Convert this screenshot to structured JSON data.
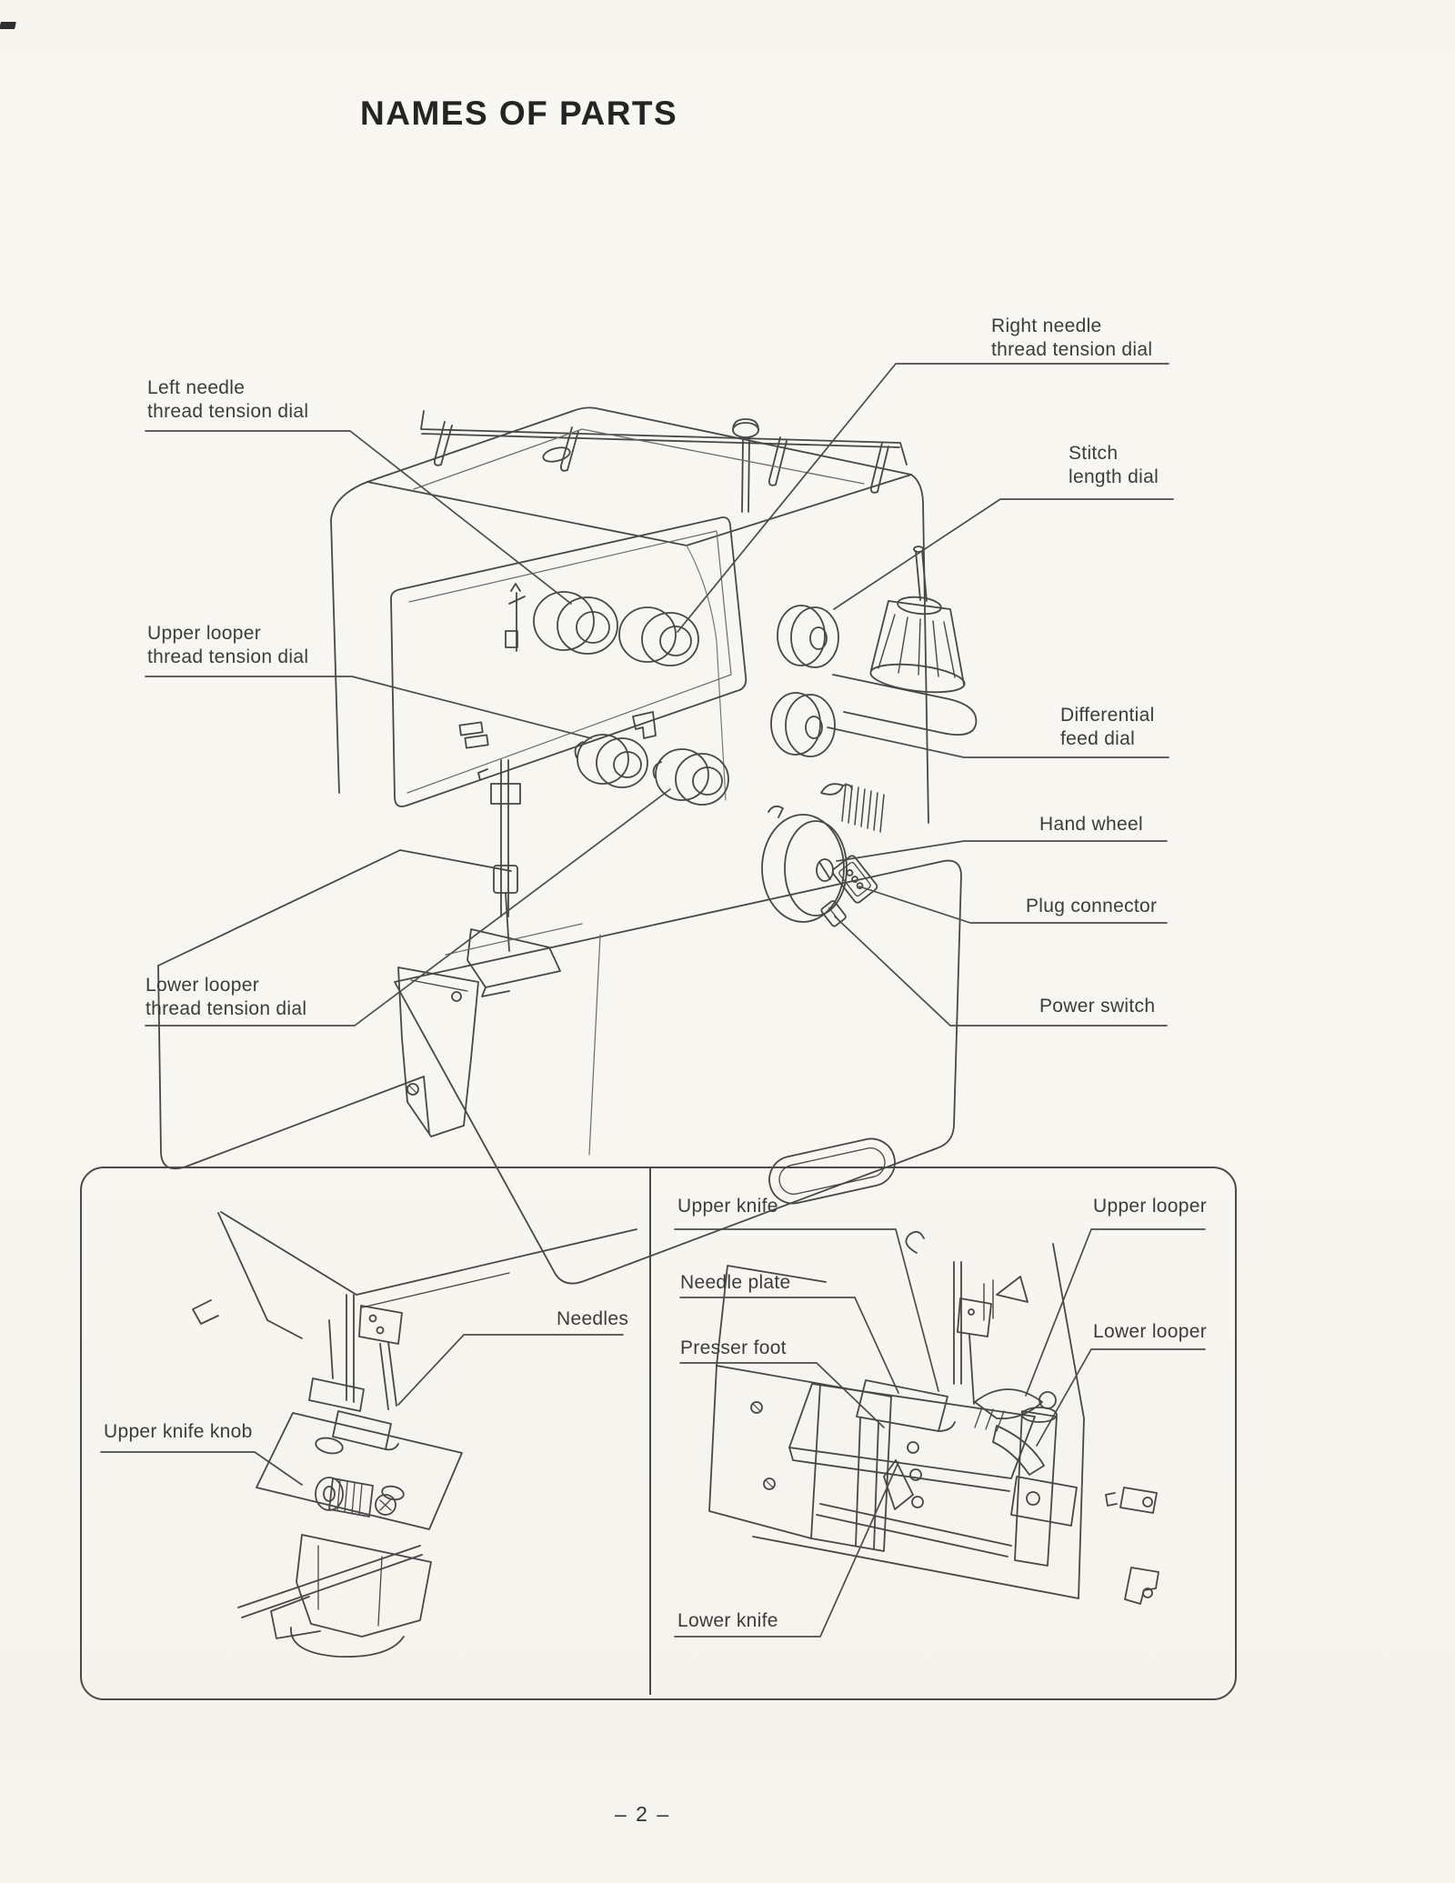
{
  "page": {
    "title": "NAMES OF PARTS",
    "page_number": "– 2 –",
    "paper_color": "#f8f6f0",
    "ink_color": "#3c3c3c",
    "line_color": "#4a4a4a"
  },
  "part_labels": [
    {
      "id": "left-needle-thread-tension-dial",
      "text": "Left needle\nthread tension dial"
    },
    {
      "id": "right-needle-thread-tension-dial",
      "text": "Right needle\nthread tension dial"
    },
    {
      "id": "stitch-length-dial",
      "text": "Stitch\nlength dial"
    },
    {
      "id": "upper-looper-thread-tension-dial",
      "text": "Upper looper\nthread tension dial"
    },
    {
      "id": "differential-feed-dial",
      "text": "Differential\nfeed dial"
    },
    {
      "id": "hand-wheel",
      "text": "Hand wheel"
    },
    {
      "id": "plug-connector",
      "text": "Plug connector"
    },
    {
      "id": "power-switch",
      "text": "Power switch"
    },
    {
      "id": "lower-looper-thread-tension-dial",
      "text": "Lower looper\nthread tension dial"
    },
    {
      "id": "needles",
      "text": "Needles"
    },
    {
      "id": "upper-knife-knob",
      "text": "Upper knife knob"
    },
    {
      "id": "upper-knife",
      "text": "Upper knife"
    },
    {
      "id": "needle-plate",
      "text": "Needle plate"
    },
    {
      "id": "presser-foot",
      "text": "Presser foot"
    },
    {
      "id": "upper-looper",
      "text": "Upper looper"
    },
    {
      "id": "lower-looper",
      "text": "Lower looper"
    },
    {
      "id": "lower-knife",
      "text": "Lower knife"
    }
  ]
}
